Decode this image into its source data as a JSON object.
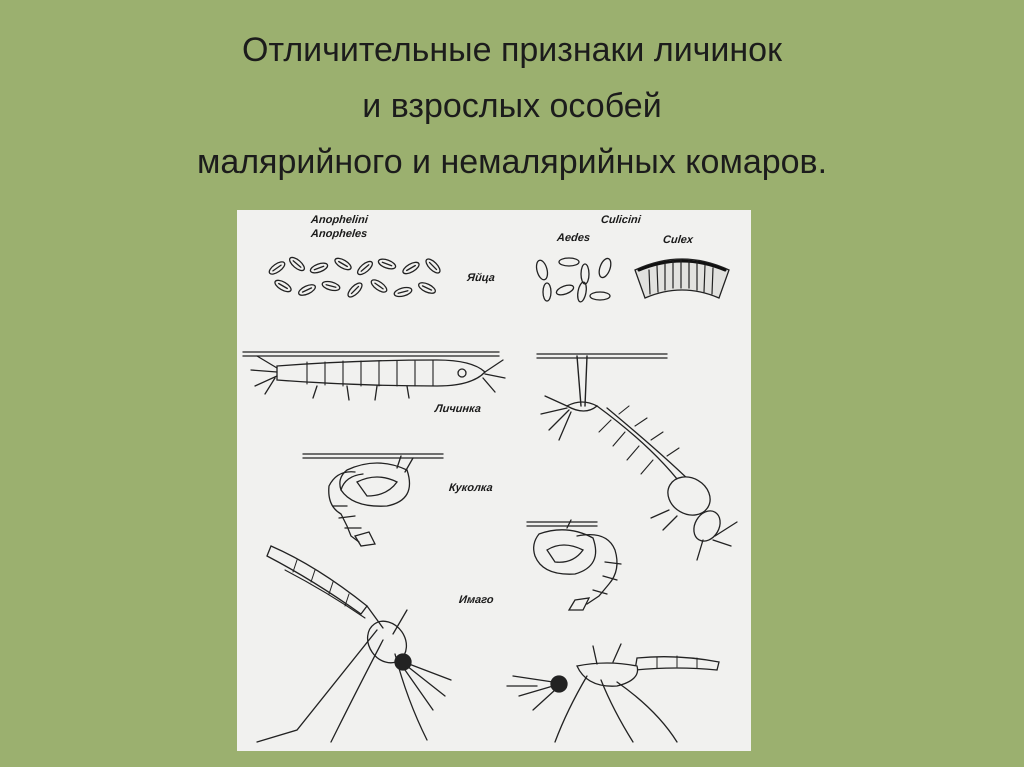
{
  "slide": {
    "title_lines": [
      "Отличительные признаки личинок",
      "и взрослых особей",
      "малярийного и немалярийных комаров."
    ]
  },
  "figure": {
    "tribe_left": "Anophelini",
    "genus_left": "Anopheles",
    "tribe_right": "Culicini",
    "genus_right_1": "Aedes",
    "genus_right_2": "Culex",
    "stage_eggs": "Яйца",
    "stage_larva": "Личинка",
    "stage_pupa": "Куколка",
    "stage_adult": "Имаго"
  }
}
